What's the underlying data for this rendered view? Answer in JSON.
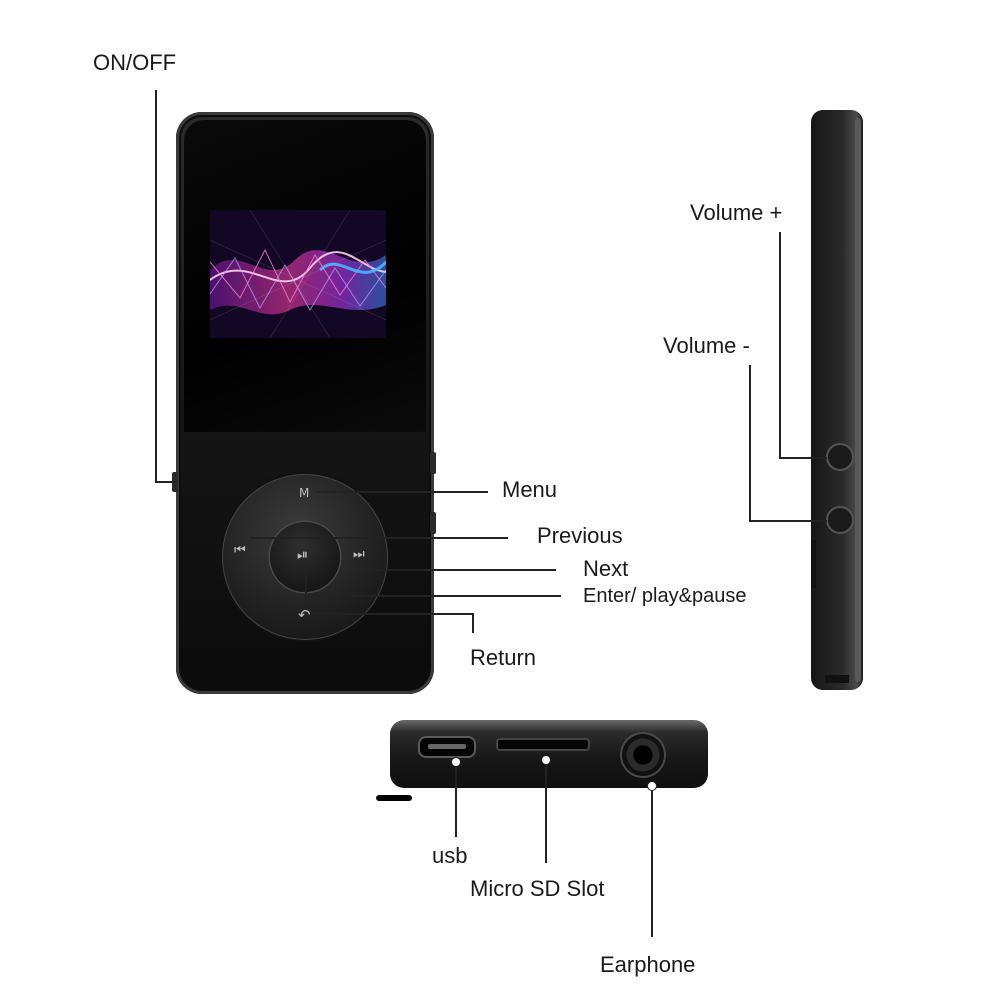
{
  "labels": {
    "on_off": "ON/OFF",
    "menu": "Menu",
    "previous": "Previous",
    "next": "Next",
    "enter": "Enter/ play&pause",
    "return": "Return",
    "volume_plus": "Volume +",
    "volume_minus": "Volume -",
    "usb": "usb",
    "micro_sd": "Micro SD Slot",
    "earphone": "Earphone"
  },
  "wheel_glyphs": {
    "menu": "M",
    "previous": "⏮",
    "next": "⏭",
    "play_pause": "⏯",
    "return": "↶"
  },
  "colors": {
    "device_body": "#151515",
    "leader_line": "#222222",
    "screen_accent_pink": "#ff3ea5",
    "screen_accent_blue": "#3a8bff"
  }
}
